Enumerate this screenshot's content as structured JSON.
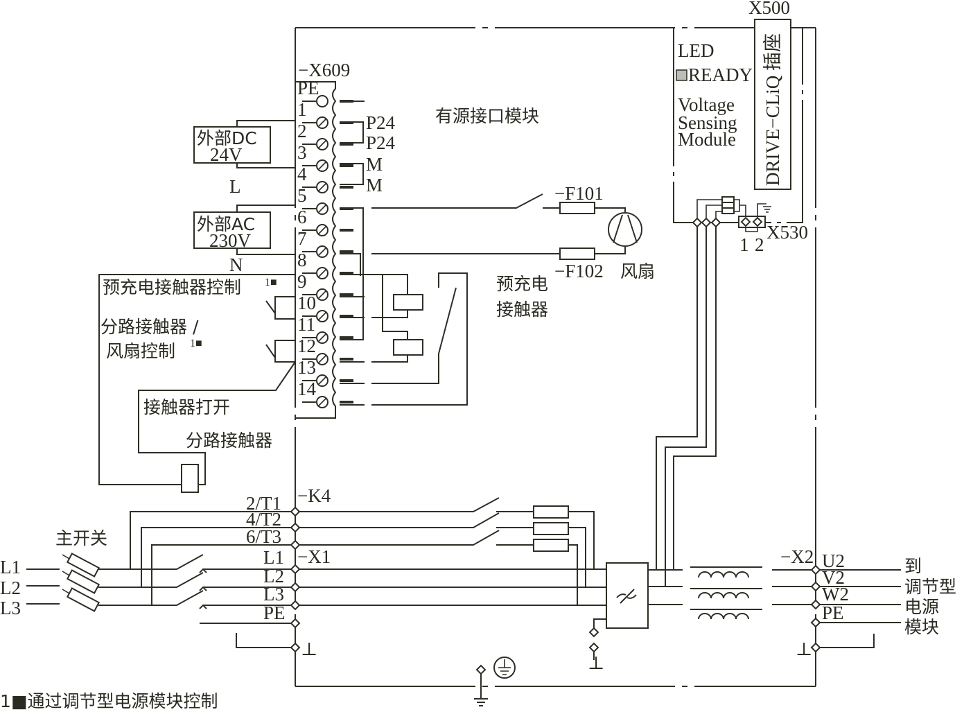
{
  "title": "有源接口模块",
  "terminal_block": {
    "name": "−X609",
    "pins": [
      "PE",
      "1",
      "2",
      "3",
      "4",
      "5",
      "6",
      "7",
      "8",
      "9",
      "10",
      "11",
      "12",
      "13",
      "14"
    ],
    "signals": {
      "p24_a": "P24",
      "p24_b": "P24",
      "m_a": "M",
      "m_b": "M"
    }
  },
  "external_supplies": {
    "dc": {
      "line1": "外部DC",
      "line2": "24V"
    },
    "ac": {
      "line1": "外部AC",
      "line2": "230V"
    },
    "l_label": "L",
    "n_label": "N"
  },
  "control_labels": {
    "precharge_control": "预充电接触器控制",
    "bypass_fan_line1": "分路接触器 /",
    "bypass_fan_line2": "风扇控制",
    "footnote_mark": "1■",
    "contactor_open": "接触器打开",
    "bypass_contactor": "分路接触器"
  },
  "fan_circuit": {
    "fuse1": "−F101",
    "fuse2": "−F102",
    "fan_label": "风扇",
    "precharge_line1": "预充电",
    "precharge_line2": "接触器"
  },
  "vsm": {
    "connector": "X500",
    "led_label": "LED",
    "ready_label": "READY",
    "line1": "Voltage",
    "line2": "Sensing",
    "line3": "Module",
    "drivecliq": "DRIVE−CLiQ 插座",
    "x530": "X530",
    "x530_pin1": "1",
    "x530_pin2": "2"
  },
  "power": {
    "k4": "−K4",
    "k4_pins": [
      "2/T1",
      "4/T2",
      "6/T3"
    ],
    "x1": "−X1",
    "x1_pins": [
      "L1",
      "L2",
      "L3",
      "PE"
    ],
    "main_switch": "主开关",
    "mains": [
      "L1",
      "L2",
      "L3"
    ],
    "x2": "−X2",
    "x2_pins": [
      "U2",
      "V2",
      "W2",
      "PE"
    ],
    "to_module": [
      "到",
      "调节型",
      "电源",
      "模块"
    ],
    "ground_symbol": "⊥"
  },
  "footnote": "1■通过调节型电源模块控制"
}
